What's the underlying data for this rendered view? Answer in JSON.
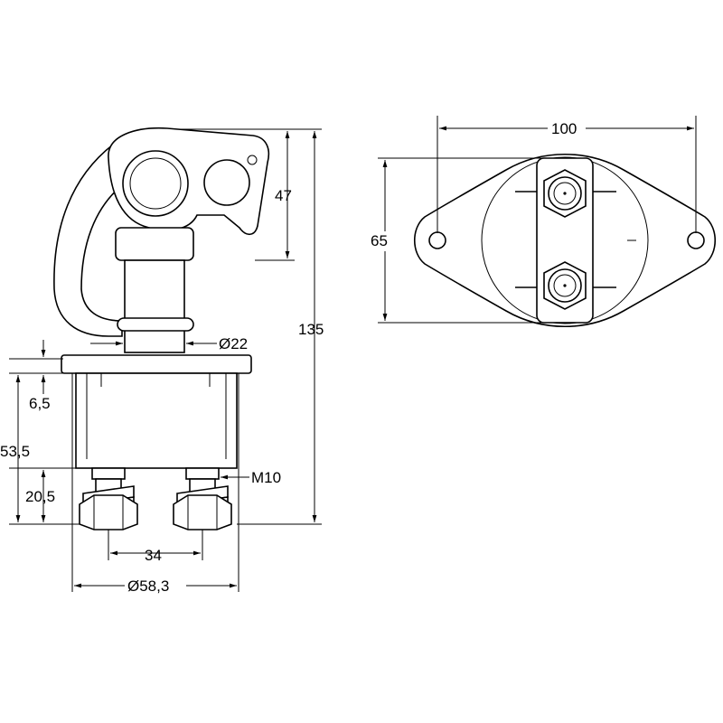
{
  "colors": {
    "stroke": "#000000",
    "background": "#ffffff"
  },
  "dimensions": {
    "height_total": "135",
    "lever_height": "47",
    "shaft_diameter": "Ø22",
    "plate_thickness": "6,5",
    "body_height": "53,5",
    "terminal_height": "20,5",
    "thread": "M10",
    "terminal_spacing": "34",
    "body_diameter": "Ø58,3",
    "mount_width": "100",
    "mount_height": "65"
  }
}
